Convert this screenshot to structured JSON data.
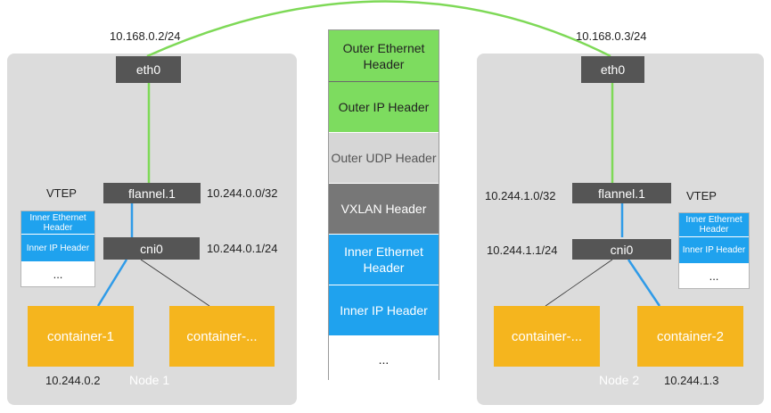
{
  "node1": {
    "name": "Node 1",
    "eth0": {
      "label": "eth0",
      "ip": "10.168.0.2/24"
    },
    "vtep_label": "VTEP",
    "flannel": {
      "label": "flannel.1",
      "subnet": "10.244.0.0/32"
    },
    "cni": {
      "label": "cni0",
      "subnet": "10.244.0.1/24"
    },
    "packet": [
      "Inner Ethernet Header",
      "Inner IP Header",
      "..."
    ],
    "containers": [
      {
        "label": "container-1",
        "ip": "10.244.0.2"
      },
      {
        "label": "container-..."
      }
    ]
  },
  "node2": {
    "name": "Node 2",
    "eth0": {
      "label": "eth0",
      "ip": "10.168.0.3/24"
    },
    "vtep_label": "VTEP",
    "flannel": {
      "label": "flannel.1",
      "subnet": "10.244.1.0/32"
    },
    "cni": {
      "label": "cni0",
      "subnet": "10.244.1.1/24"
    },
    "packet": [
      "Inner Ethernet Header",
      "Inner IP Header",
      "..."
    ],
    "containers": [
      {
        "label": "container-..."
      },
      {
        "label": "container-2",
        "ip": "10.244.1.3"
      }
    ]
  },
  "header_stack": [
    {
      "label": "Outer Ethernet Header",
      "color": "#7ddc5f"
    },
    {
      "label": "Outer IP Header",
      "color": "#7ddc5f"
    },
    {
      "label": "Outer UDP Header",
      "color": "#d6d6d6"
    },
    {
      "label": "VXLAN Header",
      "color": "#777777"
    },
    {
      "label": "Inner Ethernet Header",
      "color": "#1fa2ee"
    },
    {
      "label": "Inner IP Header",
      "color": "#1fa2ee"
    },
    {
      "label": "...",
      "color": "#ffffff"
    }
  ],
  "colors": {
    "node_bg": "#dcdcdc",
    "device": "#555555",
    "container": "#f5b51e",
    "underlay_link": "#7ed957",
    "overlay_link": "#2f9be8",
    "inner_blue": "#1fa2ee",
    "outer_green": "#7ddc5f"
  }
}
